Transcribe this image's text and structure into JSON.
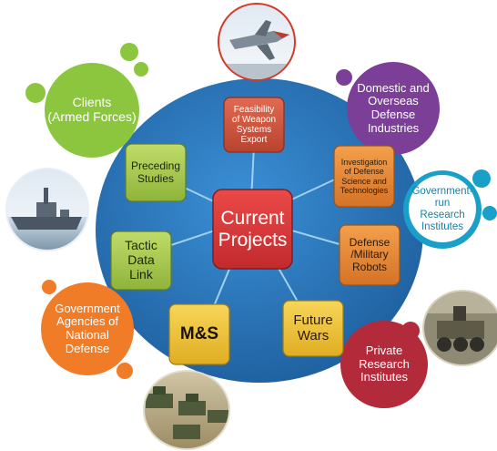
{
  "center": {
    "label_line1": "Current",
    "label_line2": "Projects"
  },
  "inner_boxes": [
    {
      "lines": [
        "Feasibility",
        "of Weapon",
        "Systems",
        "Export"
      ]
    },
    {
      "lines": [
        "Investigation",
        "of Defense",
        "Science and",
        "Technologies"
      ]
    },
    {
      "lines": [
        "Defense",
        "/Military",
        "Robots"
      ]
    },
    {
      "lines": [
        "Future",
        "Wars"
      ]
    },
    {
      "lines": [
        "M&S"
      ]
    },
    {
      "lines": [
        "Tactic",
        "Data",
        "Link"
      ]
    },
    {
      "lines": [
        "Preceding",
        "Studies"
      ]
    }
  ],
  "outer_circles": [
    {
      "lines": [
        "Clients",
        "(Armed Forces)"
      ]
    },
    {
      "lines": [
        "Domestic and",
        "Overseas",
        "Defense",
        "Industries"
      ]
    },
    {
      "lines": [
        "Government-run",
        "Research",
        "Institutes"
      ]
    },
    {
      "lines": [
        "Private",
        "Research",
        "Institutes"
      ]
    },
    {
      "lines": [
        "Government",
        "Agencies of",
        "National",
        "Defense"
      ]
    }
  ],
  "photos": [
    {
      "icon": "jet-aircraft-photo"
    },
    {
      "icon": "warship-photo"
    },
    {
      "icon": "military-robot-photo"
    },
    {
      "icon": "tank-column-photo"
    }
  ],
  "colors": {
    "big_circle": "#2d75b6",
    "center_box": "#d63a3a",
    "box_red": "#d05a44",
    "box_orange": "#e58a3a",
    "box_green": "#a6c94c",
    "box_yellow": "#f0c53a",
    "circle_green": "#8cc63f",
    "circle_purple": "#7b3f98",
    "circle_teal": "#1aa0c8",
    "circle_crimson": "#b32a3a",
    "circle_orange": "#f07c28"
  }
}
